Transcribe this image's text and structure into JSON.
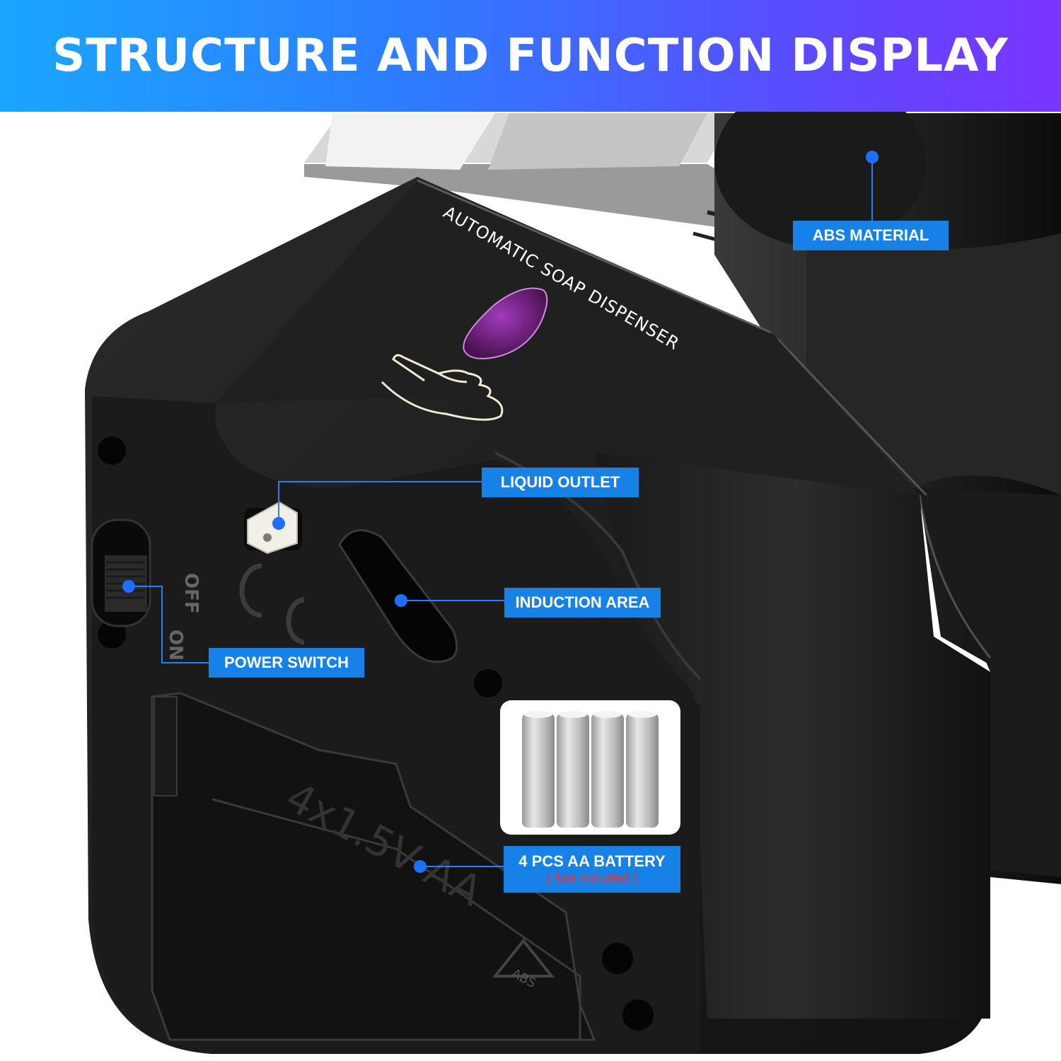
{
  "banner": {
    "title": "STRUCTURE AND FUNCTION DISPLAY"
  },
  "product": {
    "label_text": "AUTOMATIC SOAP DISPENSER",
    "switch_off": "OFF",
    "switch_on": "ON",
    "battery_cover_text": "4x1.5V AA",
    "recycle_text": "ABS"
  },
  "callouts": {
    "abs_material": "ABS MATERIAL",
    "liquid_outlet": "LIQUID OUTLET",
    "induction_area": "INDUCTION AREA",
    "power_switch": "POWER SWITCH",
    "battery": "4 PCS AA BATTERY",
    "battery_note": "( Not included )"
  },
  "colors": {
    "banner_gradient": [
      "#1aa6ff",
      "#7a35ff"
    ],
    "callout_bg": "#1681e6",
    "marker_dot": "#1e6fff",
    "note_red": "#ff2a2a",
    "body_black": "#1c1c1c"
  }
}
